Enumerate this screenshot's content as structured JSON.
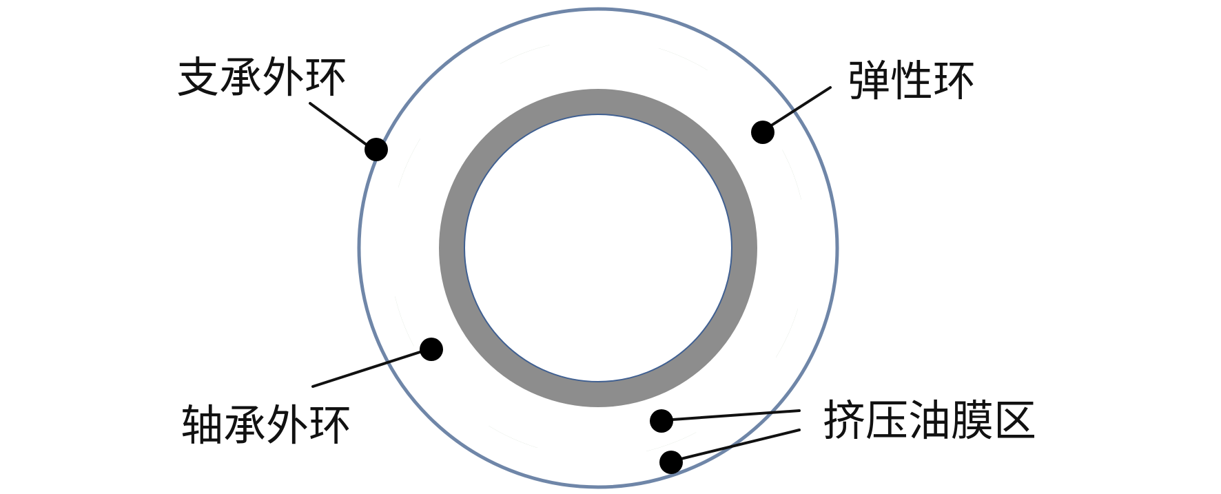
{
  "labels": {
    "bearing_support_outer_ring": "支承外环",
    "elastic_ring": "弹性环",
    "bearing_outer_ring": "轴承外环",
    "squeeze_film_zone": "挤压油膜区"
  },
  "colors": {
    "outer_ring_stroke": "#6f86a8",
    "elastic_ring_fill": "#7f9c76",
    "bearing_ring_fill": "#8d8d8d",
    "inner_circle_stroke": "#3f5f91",
    "gap_fill": "#ffffff",
    "leader_line": "#111111",
    "marker": "#000000"
  }
}
